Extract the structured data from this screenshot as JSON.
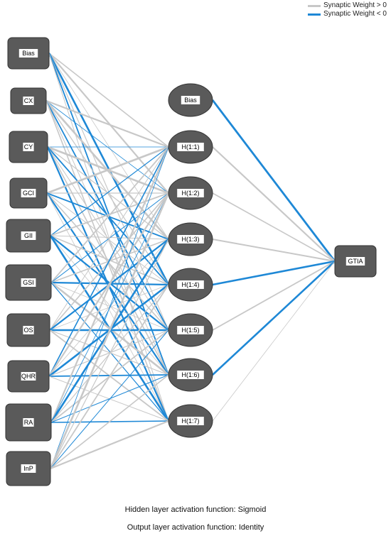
{
  "legend": {
    "positive_label": "Synaptic Weight > 0",
    "negative_label": "Synaptic Weight < 0",
    "positive_color": "#c8c8c8",
    "negative_color": "#1e88d6"
  },
  "layers": {
    "input": [
      "Bias",
      "CX",
      "CY",
      "GCI",
      "GII",
      "GSI",
      "OS",
      "QHR",
      "RA",
      "InP"
    ],
    "hidden": [
      "Bias",
      "H(1:1)",
      "H(1:2)",
      "H(1:3)",
      "H(1:4)",
      "H(1:5)",
      "H(1:6)",
      "H(1:7)"
    ],
    "output": [
      "GTIA"
    ]
  },
  "node_color": "#5a5a5a",
  "footnotes": {
    "hidden_activation": "Hidden layer activation function: Sigmoid",
    "output_activation": "Output layer activation function: Identity"
  }
}
